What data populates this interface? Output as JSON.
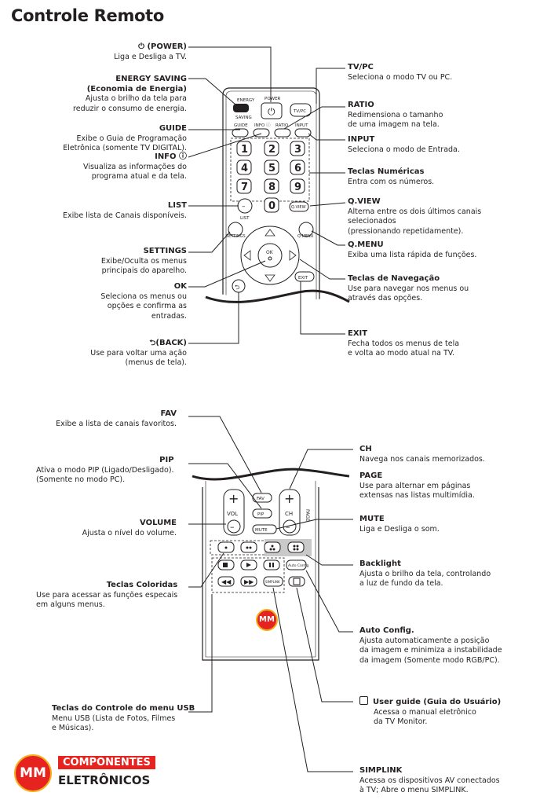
{
  "title": "Controle Remoto",
  "annotations": {
    "power": {
      "name": "⏻ (POWER)",
      "desc": [
        "Liga e Desliga a TV."
      ]
    },
    "energy": {
      "name": "ENERGY SAVING",
      "name2": "(Economia de Energia)",
      "desc": [
        "Ajusta o brilho da tela para",
        "reduzir o consumo de energia."
      ]
    },
    "guide": {
      "name": "GUIDE",
      "desc": [
        "Exibe o Guia de Programação",
        "Eletrônica (somente TV DIGITAL)."
      ]
    },
    "info": {
      "name": "INFO ⓘ",
      "desc": [
        "Visualiza as informações do",
        "programa atual e da tela."
      ]
    },
    "list": {
      "name": "LIST",
      "desc": [
        "Exibe lista de Canais disponíveis."
      ]
    },
    "settings": {
      "name": "SETTINGS",
      "desc": [
        "Exibe/Oculta os menus",
        "principais do aparelho."
      ]
    },
    "ok": {
      "name": "OK",
      "desc": [
        "Seleciona os menus ou",
        "opções e confirma as",
        "entradas."
      ]
    },
    "back": {
      "name": "⮌(BACK)",
      "desc": [
        "Use para voltar uma ação",
        "(menus de tela)."
      ]
    },
    "tvpc": {
      "name": "TV/PC",
      "desc": [
        "Seleciona o modo TV ou PC."
      ]
    },
    "ratio": {
      "name": "RATIO",
      "desc": [
        "Redimensiona o tamanho",
        "de uma imagem na tela."
      ]
    },
    "input": {
      "name": "INPUT",
      "desc": [
        "Seleciona o modo de Entrada."
      ]
    },
    "numeric": {
      "name": "Teclas Numéricas",
      "desc": [
        "Entra com os números."
      ]
    },
    "qview": {
      "name": "Q.VIEW",
      "desc": [
        "Alterna entre os dois últimos canais",
        "selecionados",
        "(pressionando repetidamente)."
      ]
    },
    "qmenu": {
      "name": "Q.MENU",
      "desc": [
        "Exiba uma lista rápida de funções."
      ]
    },
    "nav": {
      "name": "Teclas de Navegação",
      "desc": [
        "Use para navegar nos menus ou",
        "através das opções."
      ]
    },
    "exit": {
      "name": "EXIT",
      "desc": [
        "Fecha todos os menus de tela",
        "e volta ao modo atual na TV."
      ]
    },
    "fav": {
      "name": "FAV",
      "desc": [
        "Exibe a lista de canais favoritos."
      ]
    },
    "pip": {
      "name": "PIP",
      "desc": [
        "Ativa o modo PIP (Ligado/Desligado).",
        "(Somente no modo PC)."
      ]
    },
    "volume": {
      "name": "VOLUME",
      "desc": [
        "Ajusta o nível do volume."
      ]
    },
    "colored": {
      "name": "Teclas Coloridas",
      "desc": [
        "Use para acessar as funções especais",
        "em alguns menus."
      ]
    },
    "usb": {
      "name": "Teclas do Controle do menu USB",
      "desc": [
        "Menu USB (Lista de Fotos, Filmes",
        "e Músicas)."
      ]
    },
    "ch": {
      "name": "CH",
      "desc": [
        "Navega nos canais memorizados."
      ]
    },
    "page": {
      "name": "PAGE",
      "desc": [
        "Use para alternar em páginas",
        "extensas nas listas multimídia."
      ]
    },
    "mute": {
      "name": "MUTE",
      "desc": [
        "Liga e Desliga o som."
      ]
    },
    "backlight": {
      "name": "Backlight",
      "desc": [
        "Ajusta o brilho da tela, controlando",
        "a luz de fundo da tela."
      ]
    },
    "autoconfig": {
      "name": "Auto Config.",
      "desc": [
        "Ajusta automaticamente a posição",
        "da imagem e minimiza a instabilidade",
        "da imagem (Somente modo RGB/PC)."
      ]
    },
    "userguide": {
      "name": "User guide (Guia do Usuário)",
      "desc": [
        "Acessa o manual eletrônico",
        "da TV Monitor."
      ]
    },
    "simplink": {
      "name": "SIMPLINK",
      "desc": [
        "Acessa os dispositivos AV conectados",
        "à TV; Abre o menu SIMPLINK."
      ]
    }
  },
  "remote_labels": {
    "energy": "ENERGY",
    "saving": "SAVING",
    "power": "POWER",
    "tvpc": "TV/PC",
    "guide": "GUIDE",
    "info": "INFO ⓘ",
    "ratio": "RATIO",
    "input": "INPUT",
    "n1": "1",
    "n2": "2",
    "n3": "3",
    "n4": "4",
    "n5": "5",
    "n6": "6",
    "n7": "7",
    "n8": "8",
    "n9": "9",
    "n0": "0",
    "qview": "Q.VIEW",
    "list": "LIST",
    "settings": "SETTINGS",
    "qmenu": "Q.MENU",
    "ok": "OK",
    "exit": "EXIT",
    "fav": "FAV",
    "pip": "PIP",
    "vol": "VOL",
    "ch": "CH",
    "mute": "MUTE",
    "page": "PAGE",
    "autoconfig": "Auto Config",
    "simplink": "SIMPLINK"
  },
  "logo": {
    "mark": "MM",
    "line1": "COMPONENTES",
    "line2": "ELETRÔNICOS"
  },
  "colors": {
    "accent_red": "#e6231e",
    "accent_gold": "#f2b01e"
  }
}
